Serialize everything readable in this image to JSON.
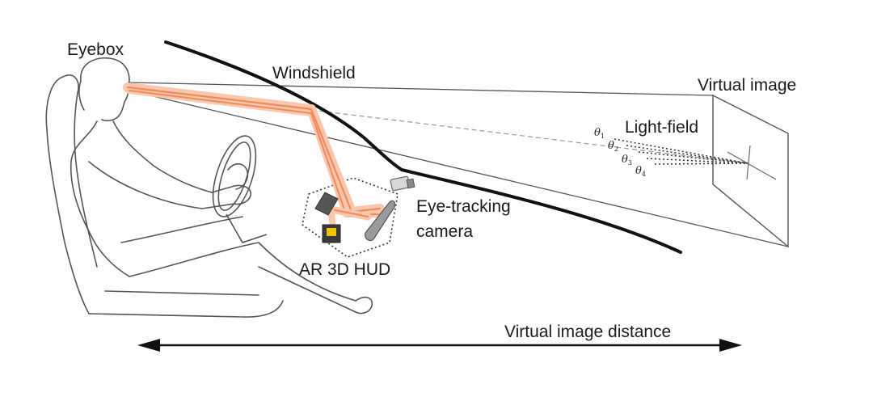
{
  "labels": {
    "eyebox": "Eyebox",
    "windshield": "Windshield",
    "virtual_image": "Virtual image",
    "light_field": "Light-field",
    "eye_tracking_line1": "Eye-tracking",
    "eye_tracking_line2": "camera",
    "ar_hud": "AR 3D HUD",
    "virtual_image_distance": "Virtual image distance"
  },
  "angles": [
    {
      "symbol": "θ",
      "sub": "1"
    },
    {
      "symbol": "θ",
      "sub": "2"
    },
    {
      "symbol": "θ",
      "sub": "3"
    },
    {
      "symbol": "θ",
      "sub": "4"
    }
  ],
  "colors": {
    "light_path": "#f08a5a",
    "light_glow": "#f9c7ad",
    "outline": "#4a4a4a",
    "windshield": "#111111"
  }
}
